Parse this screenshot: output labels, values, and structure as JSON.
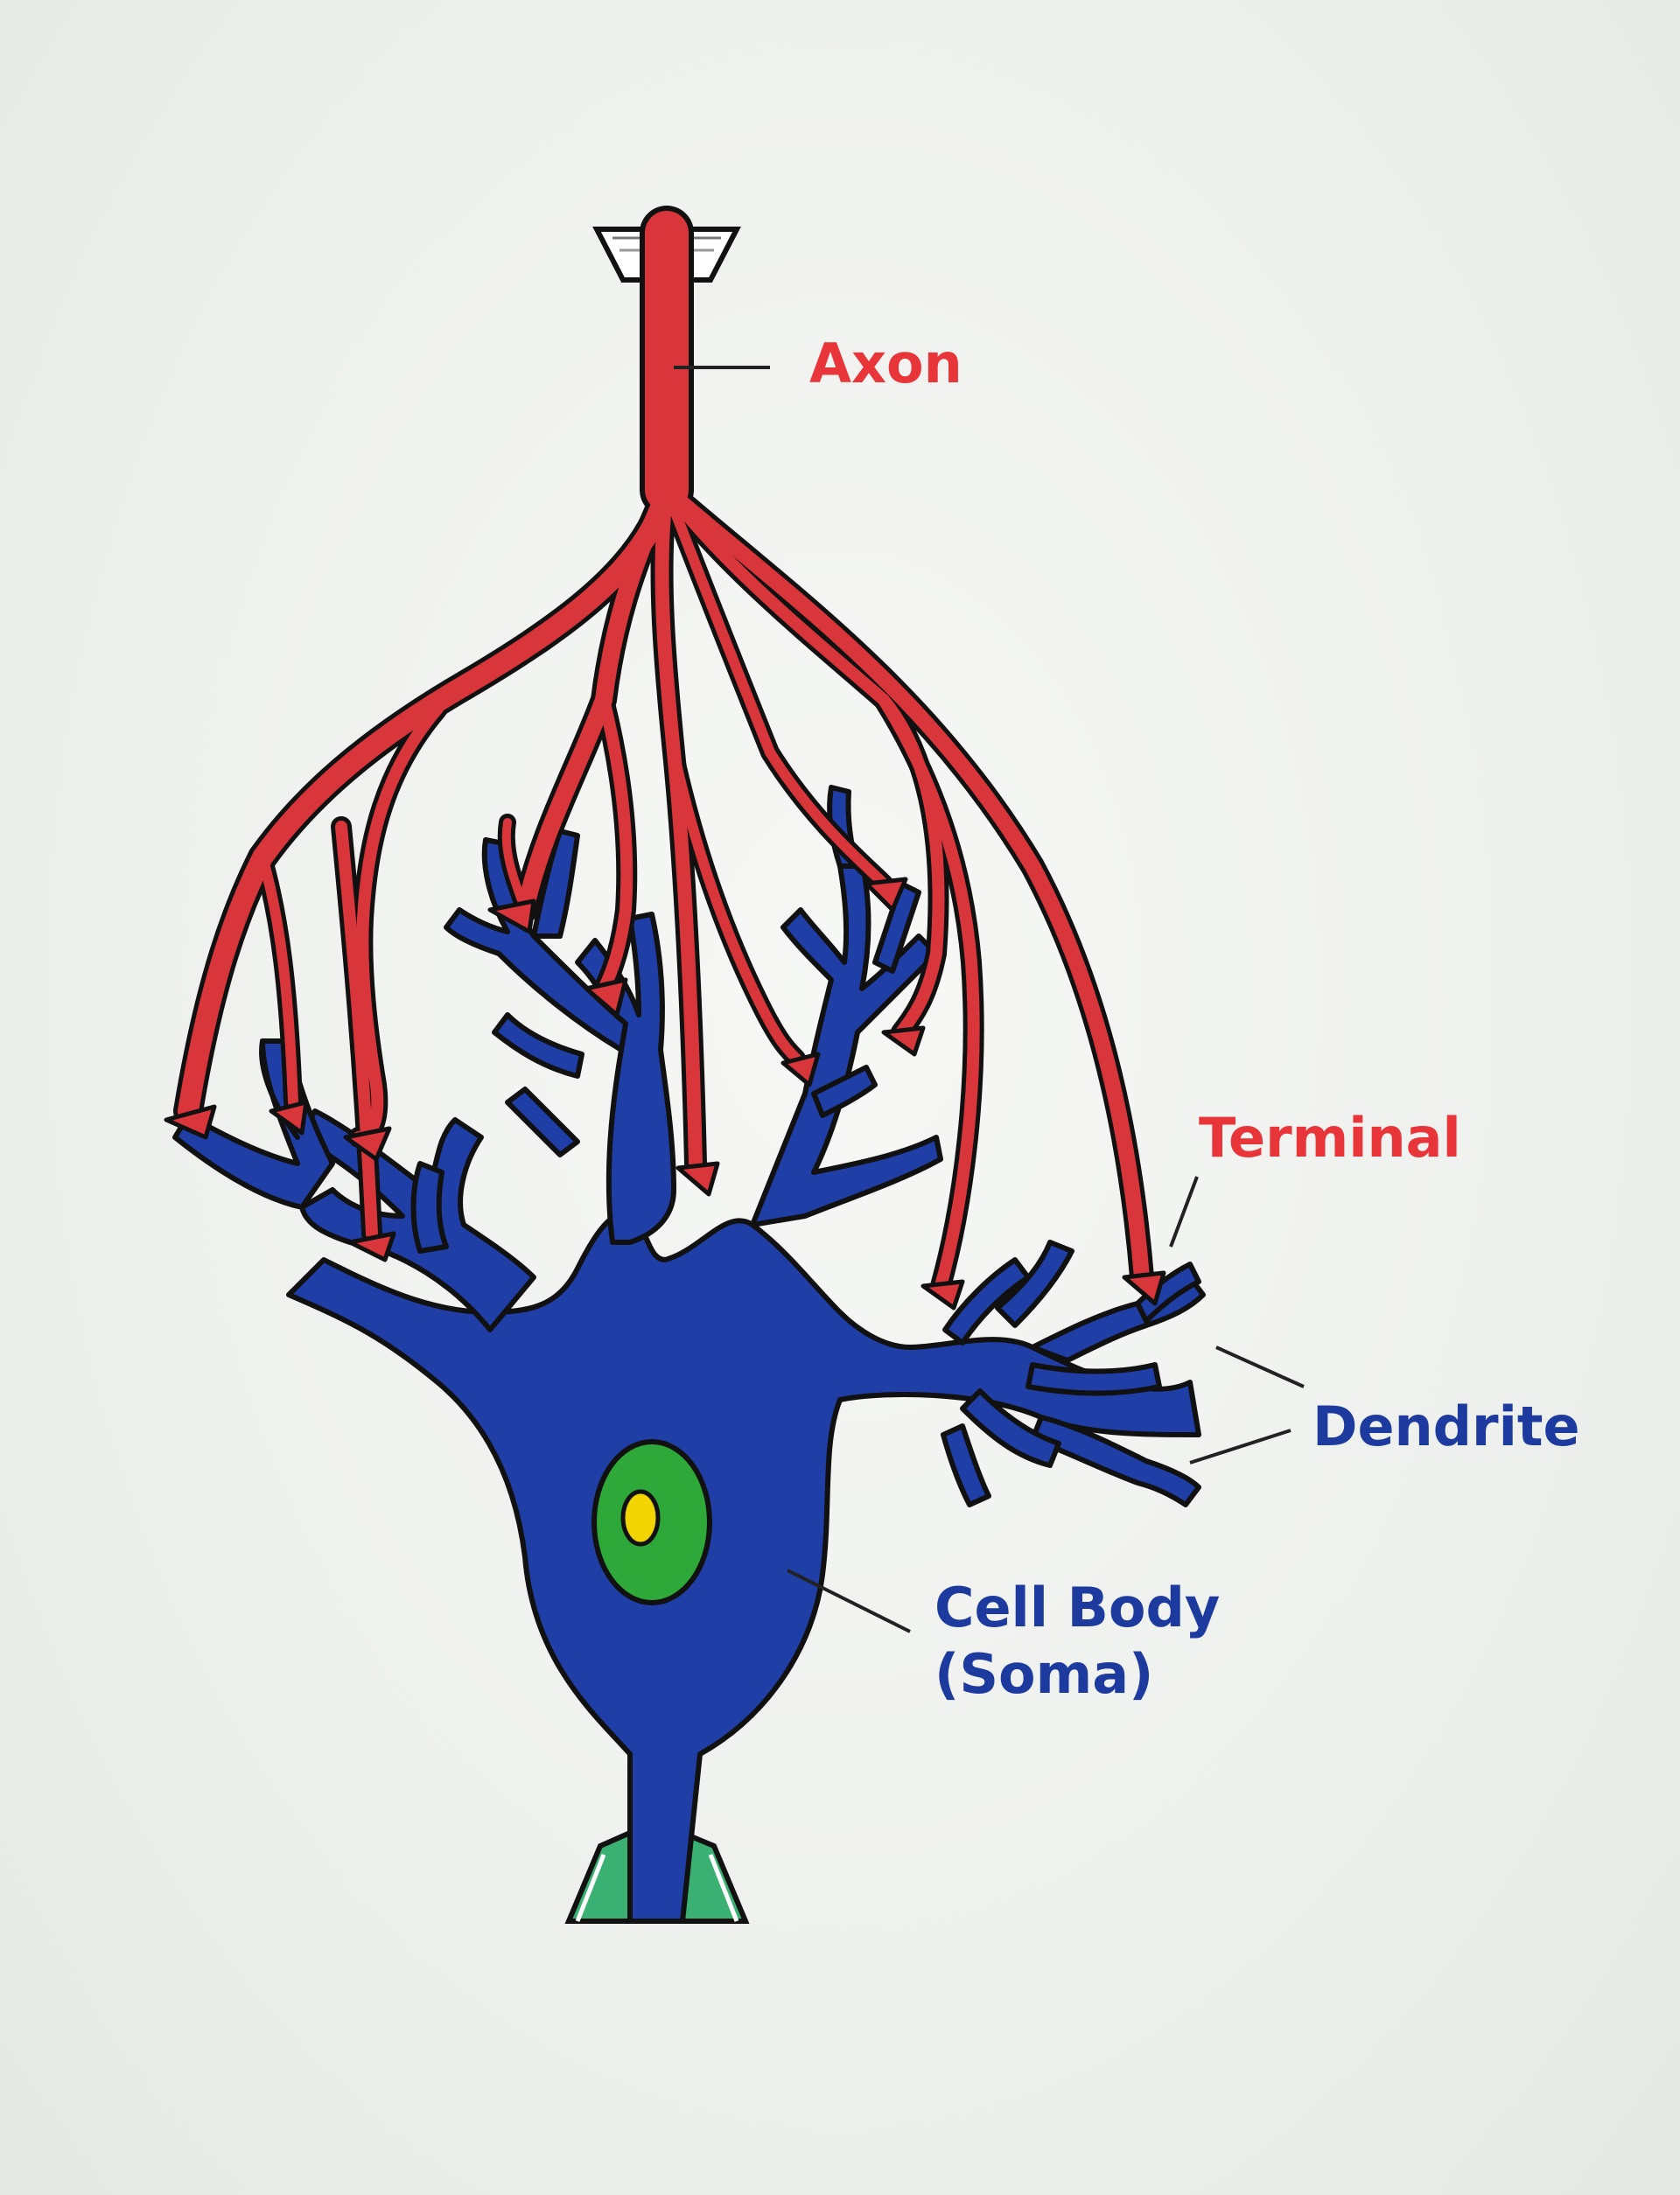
{
  "labels": {
    "axon": "Axon",
    "terminal": "Terminal",
    "dendrite": "Dendrite",
    "cell_body_line1": "Cell Body",
    "cell_body_line2": "(Soma)"
  },
  "colors": {
    "axon": "#d8363a",
    "neuron_body": "#1f3ea6",
    "nucleus": "#2fa83a",
    "nucleolus": "#f2d400",
    "myelin": "#3ab072",
    "outline": "#111111",
    "label_red": "#e8353a",
    "label_blue": "#1d3a9e",
    "background": "#eef0ee"
  }
}
